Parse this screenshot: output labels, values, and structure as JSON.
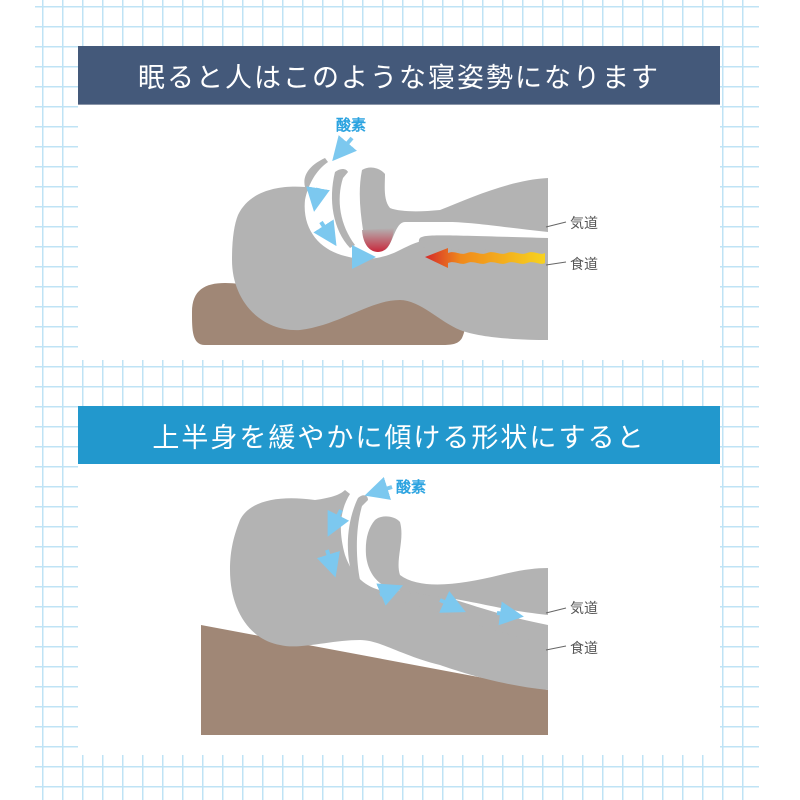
{
  "colors": {
    "grid_line": "#bfe3f5",
    "header1_bg": "#44597a",
    "header2_bg": "#2298cd",
    "body_gray": "#b3b3b3",
    "pillow_brown": "#a08776",
    "oxygen_blue": "#2ba3e0",
    "arrow_blue": "#7cc8ef",
    "blockage_red": "#c8283c",
    "heat_orange": "#f08a1c",
    "heat_yellow": "#f7c51e"
  },
  "section1": {
    "title": "眠ると人はこのような寝姿勢になります",
    "oxygen_label": "酸素",
    "airway_label": "気道",
    "esophagus_label": "食道"
  },
  "section2": {
    "title": "上半身を緩やかに傾ける形状にすると",
    "oxygen_label": "酸素",
    "airway_label": "気道",
    "esophagus_label": "食道"
  }
}
